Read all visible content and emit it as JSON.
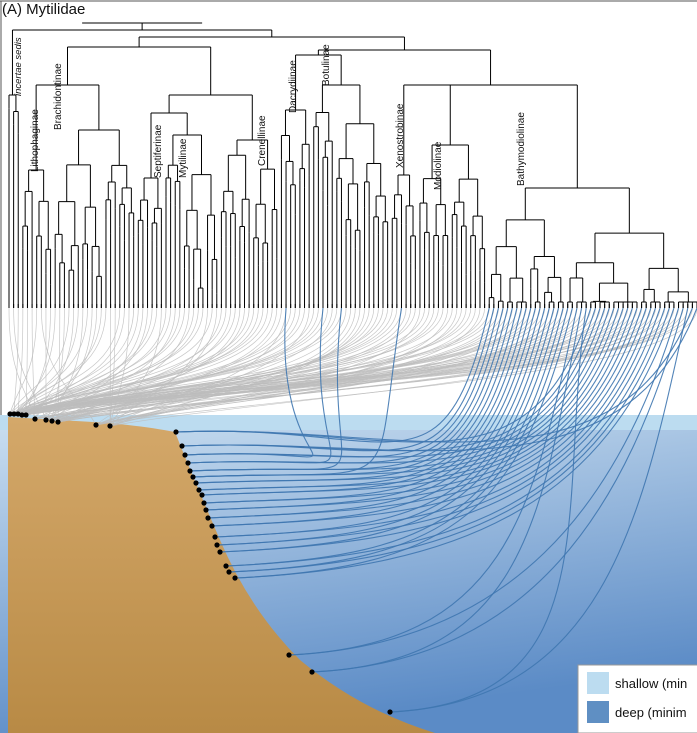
{
  "panel_title": "(A) Mytilidae",
  "clades": [
    {
      "id": "incertae",
      "label": "incertae sedis",
      "italic": true
    },
    {
      "id": "lithophaginae",
      "label": "Lithophaginae",
      "italic": false
    },
    {
      "id": "brachidontinae",
      "label": "Brachidontinae",
      "italic": false
    },
    {
      "id": "septiferinae",
      "label": "Septiferinae",
      "italic": false
    },
    {
      "id": "mytilinae",
      "label": "Mytilinae",
      "italic": false
    },
    {
      "id": "crenellinae",
      "label": "Crenellinae",
      "italic": false
    },
    {
      "id": "dacrydiinae",
      "label": "Dacrydiinae",
      "italic": false
    },
    {
      "id": "botulinae",
      "label": "Botulinae",
      "italic": false
    },
    {
      "id": "xenostrobinae",
      "label": "Xenostrobinae",
      "italic": false
    },
    {
      "id": "modiolinae",
      "label": "Modiolinae",
      "italic": false
    },
    {
      "id": "bathymodiolinae",
      "label": "Bathymodiolinae",
      "italic": false
    }
  ],
  "legend": {
    "items": [
      {
        "label": "shallow (min",
        "color": "#bcdcf0"
      },
      {
        "label": "deep (minim",
        "color": "#5f8fc3"
      }
    ]
  },
  "colors": {
    "sediment_top": "#d4a86a",
    "sediment_bottom": "#b88a45",
    "shallow_water": "#bcdcf0",
    "deep_water_top": "#c7dcef",
    "deep_water_bottom": "#5b8bc6",
    "deep_link": "#3f77b0",
    "shallow_link": "#bdbdbd",
    "tree": "#000000"
  }
}
